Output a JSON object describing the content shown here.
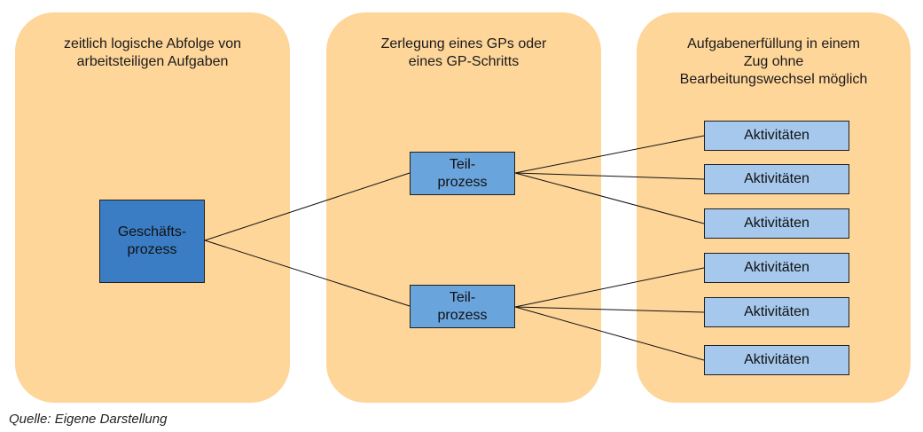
{
  "columns": [
    {
      "title": "zeitlich logische Abfolge von\narbeitsteiligen Aufgaben"
    },
    {
      "title": "Zerlegung eines GPs oder\neines GP-Schritts"
    },
    {
      "title": "Aufgabenerfüllung in einem\nZug ohne\nBearbeitungswechsel möglich"
    }
  ],
  "nodes": {
    "geschaeftsprozess": "Geschäfts-\nprozess",
    "teilprozess_1": "Teil-\nprozess",
    "teilprozess_2": "Teil-\nprozess",
    "aktivitaeten": [
      "Aktivitäten",
      "Aktivitäten",
      "Aktivitäten",
      "Aktivitäten",
      "Aktivitäten",
      "Aktivitäten"
    ]
  },
  "colors": {
    "panel": "#fed69a",
    "geschaeftsprozess": "#3b7dc5",
    "teilprozess": "#6aa4dd",
    "aktivitaet": "#a6c8ed"
  },
  "source_note": "Quelle: Eigene Darstellung"
}
